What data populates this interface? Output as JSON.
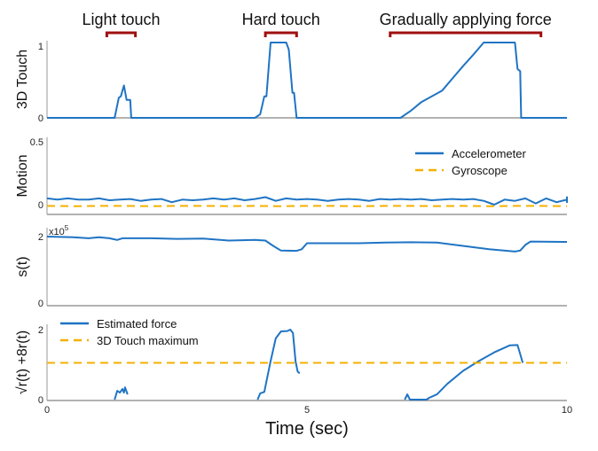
{
  "colors": {
    "blue": "#1f74c4",
    "orange": "#f5b000",
    "bracket": "#a00f0f",
    "axis": "#999999"
  },
  "chart_data": [
    {
      "type": "line",
      "ylabel": "3D Touch",
      "xlim": [
        0,
        10
      ],
      "ylim": [
        0,
        1.05
      ],
      "yticks": [
        "0",
        "1"
      ],
      "ytick_values": [
        0,
        1
      ],
      "annotations": [
        {
          "label": "Light touch",
          "range": [
            1.15,
            1.7
          ]
        },
        {
          "label": "Hard touch",
          "range": [
            4.2,
            4.8
          ]
        },
        {
          "label": "Gradually applying force",
          "range": [
            6.6,
            9.5
          ]
        }
      ],
      "series": [
        {
          "name": "3D Touch",
          "points": [
            [
              0,
              0
            ],
            [
              1.3,
              0
            ],
            [
              1.38,
              0.28
            ],
            [
              1.42,
              0.3
            ],
            [
              1.48,
              0.45
            ],
            [
              1.53,
              0.25
            ],
            [
              1.6,
              0.25
            ],
            [
              1.62,
              0
            ],
            [
              4.0,
              0
            ],
            [
              4.1,
              0.05
            ],
            [
              4.18,
              0.3
            ],
            [
              4.22,
              0.3
            ],
            [
              4.3,
              1.05
            ],
            [
              4.6,
              1.05
            ],
            [
              4.65,
              0.95
            ],
            [
              4.72,
              0.35
            ],
            [
              4.75,
              0.35
            ],
            [
              4.8,
              0
            ],
            [
              6.8,
              0
            ],
            [
              6.9,
              0.05
            ],
            [
              7.0,
              0.1
            ],
            [
              7.2,
              0.22
            ],
            [
              7.4,
              0.3
            ],
            [
              7.6,
              0.38
            ],
            [
              7.8,
              0.55
            ],
            [
              8.0,
              0.72
            ],
            [
              8.2,
              0.88
            ],
            [
              8.4,
              1.05
            ],
            [
              9.0,
              1.05
            ],
            [
              9.05,
              0.68
            ],
            [
              9.1,
              0.65
            ],
            [
              9.12,
              0
            ],
            [
              10,
              0
            ]
          ]
        }
      ]
    },
    {
      "type": "line",
      "ylabel": "Motion",
      "xlim": [
        0,
        10
      ],
      "ylim": [
        -0.06,
        0.55
      ],
      "yticks": [
        "0",
        "0.5"
      ],
      "ytick_values": [
        0,
        0.5
      ],
      "legend": "top-right",
      "series": [
        {
          "name": "Accelerometer",
          "style": "solid",
          "x_step": 0.2,
          "values": [
            0.05,
            0.04,
            0.05,
            0.04,
            0.04,
            0.05,
            0.035,
            0.04,
            0.045,
            0.03,
            0.04,
            0.045,
            0.02,
            0.04,
            0.035,
            0.04,
            0.05,
            0.04,
            0.05,
            0.035,
            0.045,
            0.06,
            0.03,
            0.05,
            0.04,
            0.045,
            0.04,
            0.03,
            0.04,
            0.045,
            0.04,
            0.03,
            0.045,
            0.04,
            0.045,
            0.04,
            0.045,
            0.035,
            0.04,
            0.045,
            0.04,
            0.045,
            0.03,
            0.0,
            0.04,
            0.03,
            0.05,
            0.01,
            0.05,
            0.02,
            0.04,
            0.045,
            0.05,
            0.03,
            0.06,
            0.02,
            0.05,
            0.055,
            0.04,
            0.045,
            0.04
          ]
        },
        {
          "name": "Gyroscope",
          "style": "dashed",
          "x_step": 0.5,
          "values": [
            -0.01,
            -0.012,
            -0.01,
            -0.01,
            -0.012,
            -0.01,
            -0.01,
            -0.011,
            -0.01,
            -0.012,
            -0.01,
            -0.01,
            -0.012,
            -0.01,
            -0.01,
            -0.011,
            -0.01,
            -0.012,
            -0.01,
            -0.01,
            -0.012
          ]
        }
      ]
    },
    {
      "type": "line",
      "ylabel": "s(t)",
      "multiplier": "x10",
      "multiplier_exp": "5",
      "xlim": [
        0,
        10
      ],
      "ylim": [
        0,
        2.15
      ],
      "yticks": [
        "0",
        "2"
      ],
      "ytick_values": [
        0,
        2
      ],
      "series": [
        {
          "name": "s(t)",
          "points": [
            [
              0,
              2.0
            ],
            [
              0.5,
              1.98
            ],
            [
              0.8,
              1.95
            ],
            [
              1.0,
              1.98
            ],
            [
              1.2,
              1.95
            ],
            [
              1.35,
              1.9
            ],
            [
              1.45,
              1.95
            ],
            [
              2.0,
              1.95
            ],
            [
              2.5,
              1.93
            ],
            [
              3.0,
              1.94
            ],
            [
              3.5,
              1.88
            ],
            [
              4.0,
              1.9
            ],
            [
              4.2,
              1.88
            ],
            [
              4.35,
              1.72
            ],
            [
              4.5,
              1.58
            ],
            [
              4.8,
              1.57
            ],
            [
              4.9,
              1.62
            ],
            [
              5.0,
              1.8
            ],
            [
              6.0,
              1.8
            ],
            [
              6.5,
              1.82
            ],
            [
              7.0,
              1.83
            ],
            [
              7.5,
              1.82
            ],
            [
              8.0,
              1.72
            ],
            [
              8.5,
              1.62
            ],
            [
              9.0,
              1.55
            ],
            [
              9.1,
              1.58
            ],
            [
              9.2,
              1.75
            ],
            [
              9.3,
              1.85
            ],
            [
              10,
              1.84
            ]
          ]
        }
      ]
    },
    {
      "type": "line",
      "ylabel": "√r(t) +8r(t)",
      "xlabel": "Time (sec)",
      "xlim": [
        0,
        10
      ],
      "ylim": [
        0,
        2.15
      ],
      "yticks": [
        "0",
        "2"
      ],
      "ytick_values": [
        0,
        2
      ],
      "xticks": [
        "0",
        "5",
        "10"
      ],
      "xtick_values": [
        0,
        5,
        10
      ],
      "legend": "top-left",
      "series": [
        {
          "name": "Estimated force",
          "style": "solid",
          "segments": [
            [
              [
                1.3,
                0
              ],
              [
                1.35,
                0.25
              ],
              [
                1.4,
                0.2
              ],
              [
                1.45,
                0.3
              ],
              [
                1.48,
                0.2
              ],
              [
                1.5,
                0.35
              ],
              [
                1.55,
                0.15
              ]
            ],
            [
              [
                4.05,
                0
              ],
              [
                4.1,
                0.18
              ],
              [
                4.18,
                0.22
              ],
              [
                4.3,
                1.1
              ],
              [
                4.4,
                1.75
              ],
              [
                4.5,
                1.95
              ],
              [
                4.62,
                1.96
              ],
              [
                4.68,
                2.0
              ],
              [
                4.73,
                1.9
              ],
              [
                4.78,
                1.1
              ],
              [
                4.82,
                0.8
              ],
              [
                4.86,
                0.75
              ]
            ],
            [
              [
                6.88,
                0
              ],
              [
                6.93,
                0.15
              ],
              [
                6.98,
                0
              ],
              [
                7.3,
                0
              ],
              [
                7.35,
                0.05
              ],
              [
                7.5,
                0.15
              ],
              [
                7.7,
                0.45
              ],
              [
                8.0,
                0.82
              ],
              [
                8.3,
                1.1
              ],
              [
                8.6,
                1.35
              ],
              [
                8.9,
                1.55
              ],
              [
                9.05,
                1.56
              ],
              [
                9.15,
                1.05
              ]
            ]
          ]
        },
        {
          "name": "3D Touch maximum",
          "style": "dashed",
          "value": 1.05
        }
      ]
    }
  ]
}
